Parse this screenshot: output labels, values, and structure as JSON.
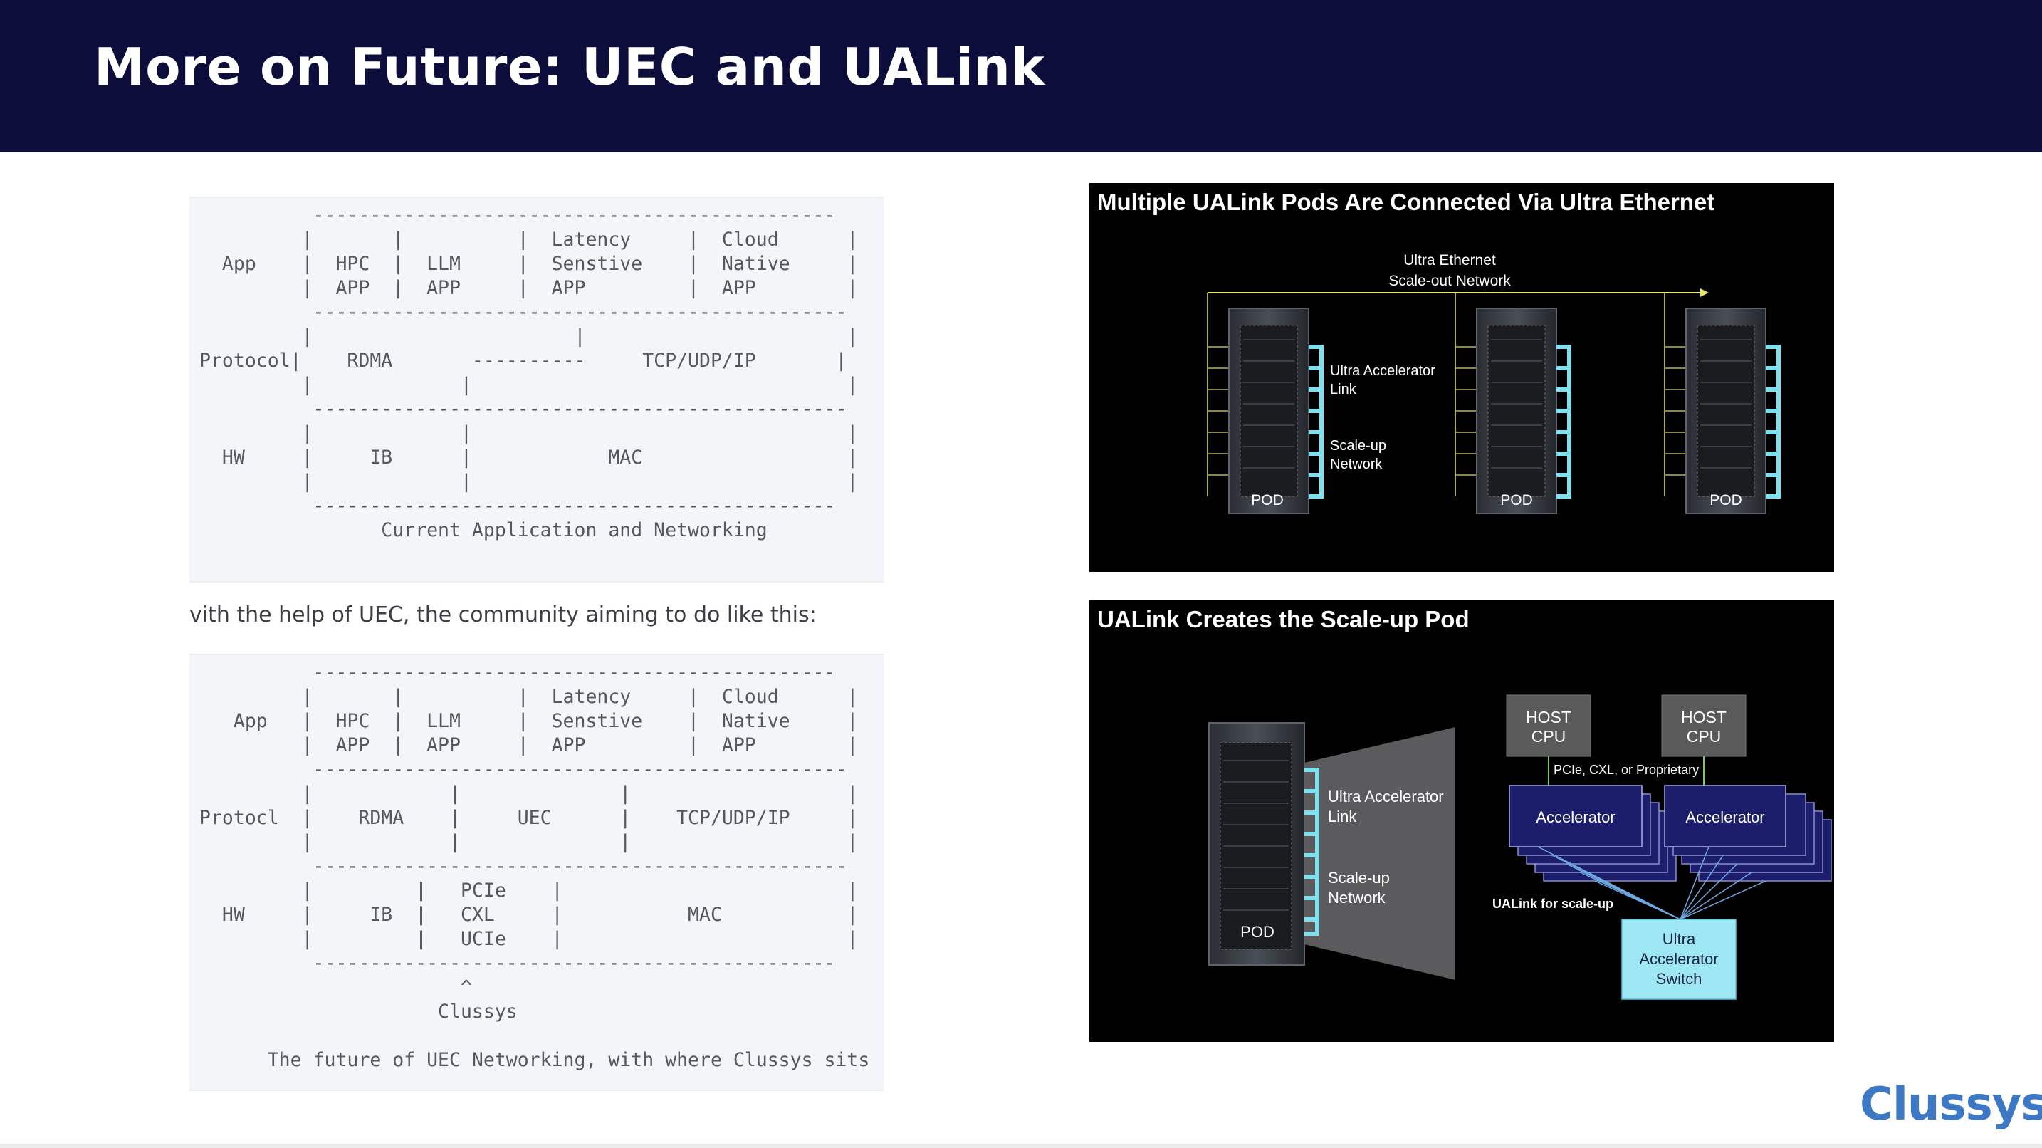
{
  "header": {
    "title": "More on Future: UEC and UALink"
  },
  "diagram1": {
    "lines": [
      "          ----------------------------------------------",
      "         |       |          |  Latency     |  Cloud      |",
      "  App    |  HPC  |  LLM     |  Senstive    |  Native     |",
      "         |  APP  |  APP     |  APP         |  APP        |",
      "          -----------------------------------------------",
      "         |                       |                       |",
      "Protocol|    RDMA       ----------     TCP/UDP/IP       |",
      "         |             |                                 |",
      "          -----------------------------------------------",
      "         |             |                                 |",
      "  HW     |     IB      |            MAC                  |",
      "         |             |                                 |",
      "          ----------------------------------------------",
      "                Current Application and Networking"
    ]
  },
  "middle_text": "vith the help of UEC, the community aiming to do like this:",
  "diagram2": {
    "lines": [
      "          ----------------------------------------------",
      "         |       |          |  Latency     |  Cloud      |",
      "   App   |  HPC  |  LLM     |  Senstive    |  Native     |",
      "         |  APP  |  APP     |  APP         |  APP        |",
      "          -----------------------------------------------",
      "         |            |              |                   |",
      "Protocl  |    RDMA    |     UEC      |    TCP/UDP/IP     |",
      "         |            |              |                   |",
      "          -----------------------------------------------",
      "         |         |   PCIe    |                         |",
      "  HW     |     IB  |   CXL     |           MAC           |",
      "         |         |   UCIe    |                         |",
      "          ----------------------------------------------",
      "                       ^",
      "                     Clussys",
      "",
      "      The future of UEC Networking, with where Clussys sits"
    ]
  },
  "panel1": {
    "title": "Multiple UALink Pods Are Connected Via Ultra Ethernet",
    "scaleout_label_1": "Ultra Ethernet",
    "scaleout_label_2": "Scale-out Network",
    "accel_link_1": "Ultra Accelerator",
    "accel_link_2": "Link",
    "scaleup_1": "Scale-up",
    "scaleup_2": "Network",
    "pod_labels": [
      "POD",
      "POD",
      "POD"
    ],
    "colors": {
      "link": "#7fe0ee",
      "arrow": "#e8e56a",
      "bg": "#000000"
    }
  },
  "panel2": {
    "title": "UALink Creates the Scale-up Pod",
    "pod_label": "POD",
    "accel_link_1": "Ultra Accelerator",
    "accel_link_2": "Link",
    "scaleup_1": "Scale-up",
    "scaleup_2": "Network",
    "host_cpu_1": "HOST",
    "host_cpu_2": "CPU",
    "pcie_label": "PCIe, CXL, or Proprietary",
    "accelerator": "Accelerator",
    "ualink_label": "UALink for scale-up",
    "switch_1": "Ultra",
    "switch_2": "Accelerator",
    "switch_3": "Switch",
    "colors": {
      "accelerator": "#1c1e6b",
      "switch": "#9ee8f5",
      "host": "#5a5a5a"
    }
  },
  "logo": "Clussys"
}
